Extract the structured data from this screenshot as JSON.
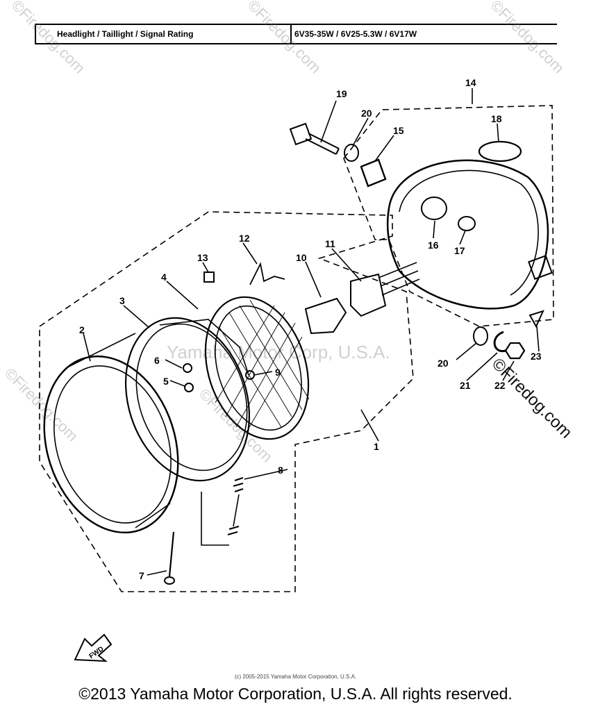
{
  "spec": {
    "label": "Headlight / Taillight / Signal Rating",
    "value": "6V35-35W / 6V25-5.3W / 6V17W"
  },
  "callouts": {
    "c1": "1",
    "c2": "2",
    "c3": "3",
    "c4": "4",
    "c5": "5",
    "c6": "6",
    "c7": "7",
    "c8": "8",
    "c9": "9",
    "c10": "10",
    "c11": "11",
    "c12": "12",
    "c13": "13",
    "c14": "14",
    "c15": "15",
    "c16": "16",
    "c17": "17",
    "c18": "18",
    "c19": "19",
    "c20a": "20",
    "c20b": "20",
    "c21": "21",
    "c22": "22",
    "c23": "23"
  },
  "fwd_label": "FWD",
  "watermarks": {
    "firedog": "©Firedog.com",
    "center": "Yamaha Motor Corp, U.S.A."
  },
  "footer": {
    "small": "(c) 2005-2015 Yamaha Motor Corporation, U.S.A.",
    "main": "©2013 Yamaha Motor Corporation, U.S.A. All rights reserved."
  }
}
